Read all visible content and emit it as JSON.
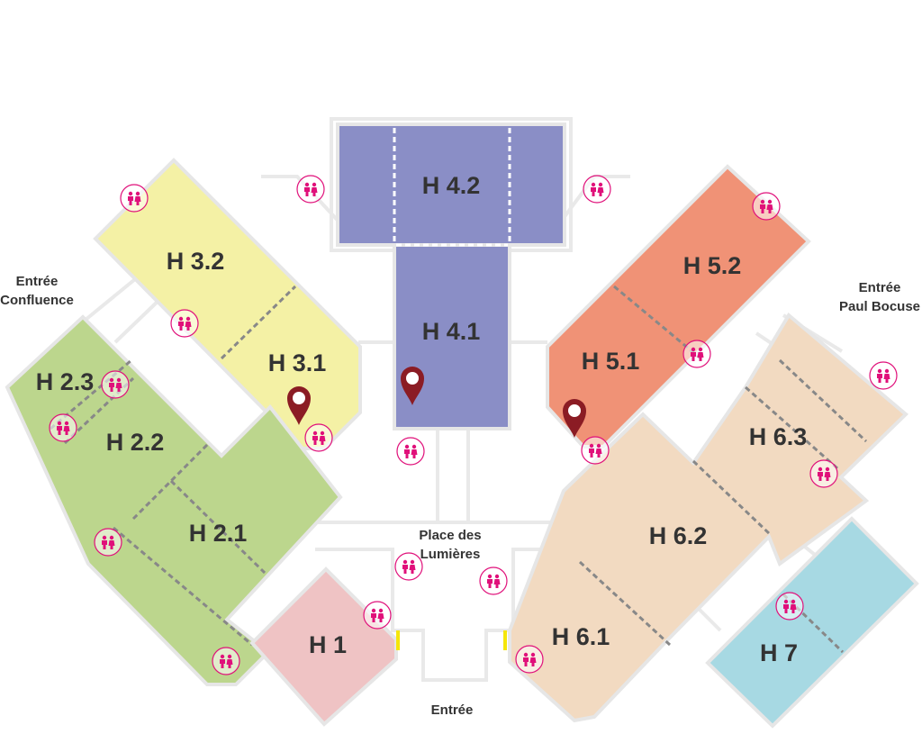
{
  "halls": {
    "h1": {
      "label": "H 1",
      "color": "#efc3c4"
    },
    "h21": {
      "label": "H 2.1",
      "color": "#bcd68d"
    },
    "h22": {
      "label": "H 2.2",
      "color": "#bcd68d"
    },
    "h23": {
      "label": "H 2.3",
      "color": "#bcd68d"
    },
    "h31": {
      "label": "H 3.1",
      "color": "#f4f1a5"
    },
    "h32": {
      "label": "H 3.2",
      "color": "#f4f1a5"
    },
    "h41": {
      "label": "H 4.1",
      "color": "#8a8ec6"
    },
    "h42": {
      "label": "H 4.2",
      "color": "#8a8ec6"
    },
    "h51": {
      "label": "H 5.1",
      "color": "#f09276"
    },
    "h52": {
      "label": "H 5.2",
      "color": "#f09276"
    },
    "h61": {
      "label": "H 6.1",
      "color": "#f2dac1"
    },
    "h62": {
      "label": "H 6.2",
      "color": "#f2dac1"
    },
    "h63": {
      "label": "H 6.3",
      "color": "#f2dac1"
    },
    "h7": {
      "label": "H 7",
      "color": "#a7d9e3"
    }
  },
  "entrances": {
    "confluence": {
      "line1": "Entrée",
      "line2": "Confluence"
    },
    "paul_bocuse": {
      "line1": "Entrée",
      "line2": "Paul Bocuse"
    },
    "place_lumieres": {
      "line1": "Place des",
      "line2": "Lumières"
    },
    "main": {
      "label": "Entrée"
    }
  },
  "icons": {
    "restroom": "restroom-icon",
    "location": "location-pin-icon",
    "door": "door-marker-icon"
  },
  "colors": {
    "restroom": "#e0107a",
    "pin": "#8b1c24",
    "door": "#f5e60a",
    "corridor": "#e9e9e9",
    "divider": "#888888"
  }
}
